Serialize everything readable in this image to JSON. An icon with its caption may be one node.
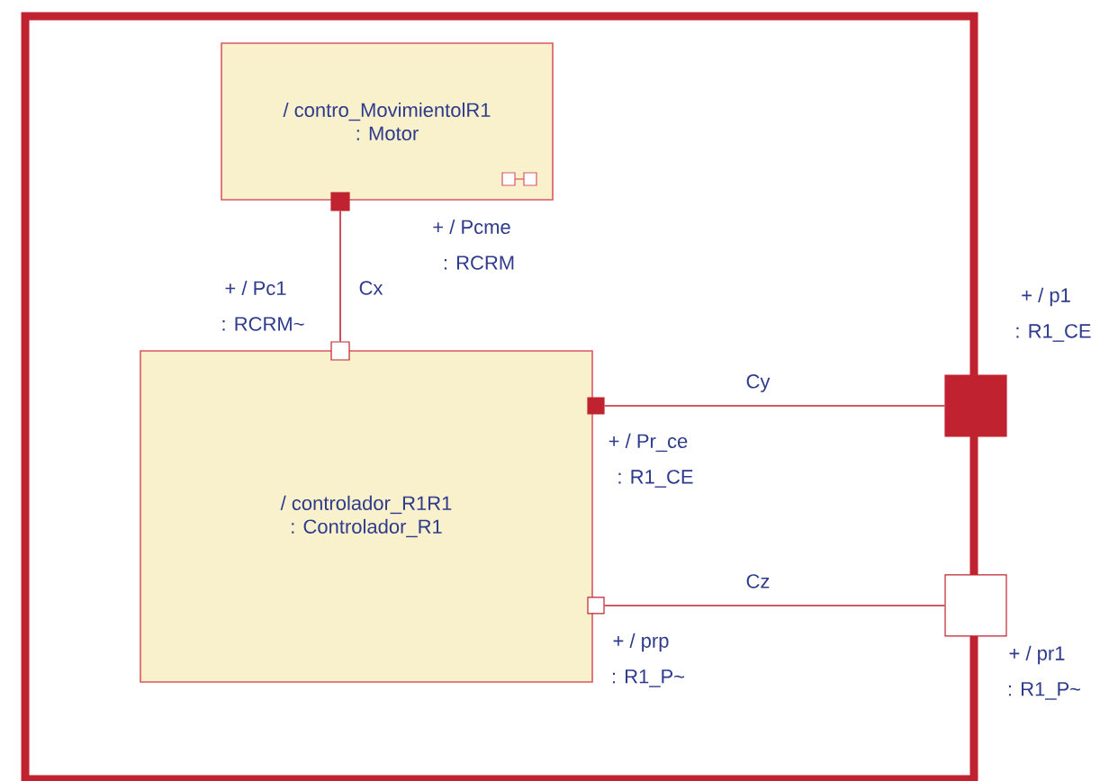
{
  "diagram": {
    "nodes": [
      {
        "text": [],
        "shape": "box"
      },
      {
        "text": [
          "/ contro_MovimientolR1",
          ": Motor"
        ],
        "in": 0
      },
      {
        "text": [
          "/ controlador_R1R1",
          ": Controlador_R1"
        ],
        "in": 0
      },
      {
        "text": [],
        "shape": "box",
        "beside": [
          "+ / Pcme",
          ": RCRM"
        ],
        "in": 0
      },
      {
        "text": [],
        "shape": "box",
        "beside": [
          "+ / Pc1",
          ": RCRM~"
        ],
        "in": 0
      },
      {
        "text": [],
        "shape": "box",
        "beside": [
          "+ / Pr_ce",
          ": R1_CE"
        ],
        "in": 0
      },
      {
        "text": [],
        "shape": "box",
        "beside": [
          "+ / prp",
          ": R1_P~"
        ],
        "in": 0
      },
      {
        "text": [],
        "shape": "box",
        "beside": [
          "+ / p1",
          ": R1_CE"
        ]
      },
      {
        "text": [],
        "shape": "box",
        "beside": [
          "+ / pr1",
          ": R1_P~"
        ]
      }
    ],
    "edges": [
      {
        "from": 3,
        "to": 4,
        "arrow": "none",
        "label": "Cx"
      },
      {
        "from": 5,
        "to": 7,
        "arrow": "none",
        "label": "Cy"
      },
      {
        "from": 6,
        "to": 8,
        "arrow": "none",
        "label": "Cz"
      }
    ]
  }
}
